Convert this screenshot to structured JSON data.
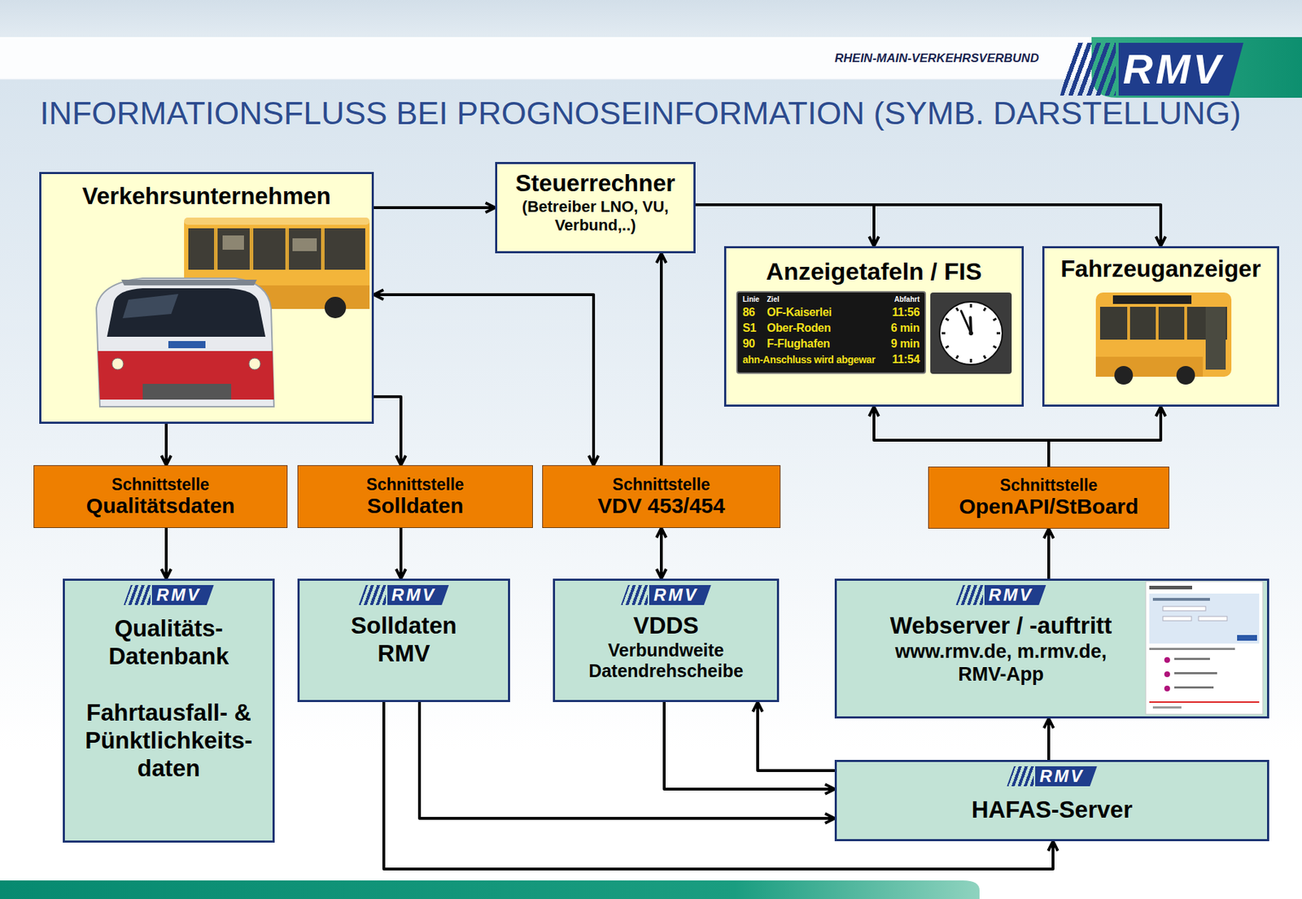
{
  "diagram": {
    "title": "INFORMATIONSFLUSS BEI PROGNOSEINFORMATION (SYMB. DARSTELLUNG)",
    "nodes": [
      {
        "text": [
          "Verkehrsunternehmen"
        ]
      },
      {
        "text": [
          "Steuerrechner",
          "(Betreiber LNO, VU, Verbund,..)"
        ]
      },
      {
        "text": [
          "Anzeigetafeln / FIS"
        ]
      },
      {
        "text": [
          "Linie",
          "Ziel",
          "Abfahrt",
          "86",
          "OF-Kaiserlei",
          "11:56",
          "S1",
          "Ober-Roden",
          "6 min",
          "90",
          "F-Flughafen",
          "9 min",
          "ahn-Anschluss wird abgewar",
          "11:54"
        ],
        "in": 2
      },
      {
        "text": [
          "Fahrzeuganzeiger"
        ]
      },
      {
        "text": [
          "Schnittstelle",
          "Qualitätsdaten"
        ]
      },
      {
        "text": [
          "Schnittstelle",
          "Solldaten"
        ]
      },
      {
        "text": [
          "Schnittstelle",
          "VDV 453/454"
        ]
      },
      {
        "text": [
          "Schnittstelle",
          "OpenAPI/StBoard"
        ]
      },
      {
        "text": [
          "RMV",
          "Qualitäts- Datenbank",
          "Fahrtausfall- & Pünktlichkeits- daten"
        ]
      },
      {
        "text": [
          "RMV",
          "Solldaten RMV"
        ]
      },
      {
        "text": [
          "RMV",
          "VDDS",
          "Verbundweite Datendrehscheibe"
        ]
      },
      {
        "text": [
          "RMV",
          "Webserver / -auftritt",
          "www.rmv.de, m.rmv.de, RMV-App"
        ]
      },
      {
        "text": [
          "RMV",
          "HAFAS-Server"
        ]
      }
    ],
    "edges": [
      {
        "from": 0,
        "to": 1,
        "arrow": "to"
      },
      {
        "from": 1,
        "to": 2,
        "arrow": "to"
      },
      {
        "from": 1,
        "to": 4,
        "arrow": "to"
      },
      {
        "from": 7,
        "to": 1,
        "arrow": "to"
      },
      {
        "from": 7,
        "to": 0,
        "arrow": "both"
      },
      {
        "from": 0,
        "to": 5,
        "arrow": "to"
      },
      {
        "from": 0,
        "to": 6,
        "arrow": "to"
      },
      {
        "from": 5,
        "to": 9,
        "arrow": "to"
      },
      {
        "from": 6,
        "to": 10,
        "arrow": "to"
      },
      {
        "from": 7,
        "to": 11,
        "arrow": "both"
      },
      {
        "from": 8,
        "to": 2,
        "arrow": "to"
      },
      {
        "from": 8,
        "to": 4,
        "arrow": "to"
      },
      {
        "from": 12,
        "to": 8,
        "arrow": "to"
      },
      {
        "from": 13,
        "to": 12,
        "arrow": "to"
      },
      {
        "from": 10,
        "to": 13,
        "arrow": "to"
      },
      {
        "from": 10,
        "to": 13,
        "arrow": "to"
      },
      {
        "from": 11,
        "to": 13,
        "arrow": "to"
      },
      {
        "from": 13,
        "to": 11,
        "arrow": "to"
      }
    ],
    "labels": [
      "RHEIN-MAIN-VERKEHRSVERBUND",
      "RMV"
    ]
  }
}
